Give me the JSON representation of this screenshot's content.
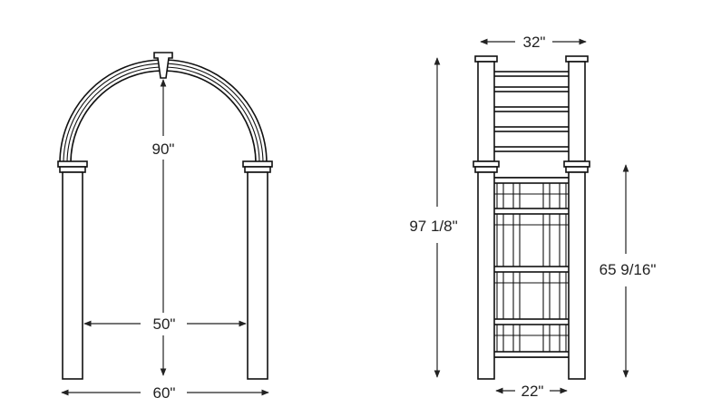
{
  "front_view": {
    "dimensions": {
      "height": "90\"",
      "inner_width": "50\"",
      "outer_width": "60\""
    }
  },
  "side_view": {
    "dimensions": {
      "top_width": "32\"",
      "total_height": "97 1/8\"",
      "lower_height": "65 9/16\"",
      "bottom_width": "22\""
    }
  }
}
